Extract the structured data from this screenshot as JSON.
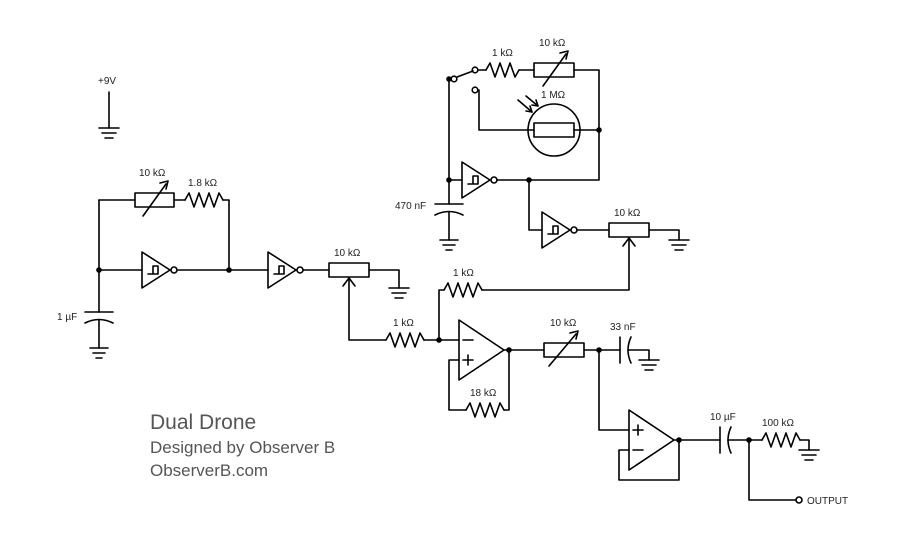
{
  "schematic": {
    "supply_label": "+9V",
    "output_label": "OUTPUT",
    "components": {
      "trim_top": "10 kΩ",
      "res_1k_top": "1 kΩ",
      "ldr": "1 MΩ",
      "cap_470n": "470 nF",
      "pot_right": "10 kΩ",
      "trim_left": "10 kΩ",
      "res_1k8": "1.8 kΩ",
      "pot_left": "10 kΩ",
      "cap_1u": "1 µF",
      "res_1k_mid": "1 kΩ",
      "res_1k_in": "1 kΩ",
      "trim_mid": "10 kΩ",
      "cap_33n": "33 nF",
      "res_18k": "18 kΩ",
      "cap_10u": "10 µF",
      "res_100k": "100 kΩ"
    }
  },
  "title_block": {
    "title": "Dual Drone",
    "designer": "Designed by Observer B",
    "website": "ObserverB.com"
  }
}
